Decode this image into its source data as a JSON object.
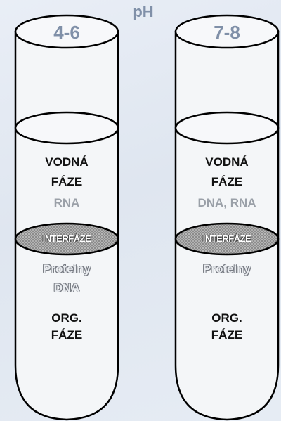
{
  "title": "pH",
  "tubes": [
    {
      "ph": "4-6",
      "aqueous_label_1": "VODNÁ",
      "aqueous_label_2": "FÁZE",
      "aqueous_content": "RNA",
      "interphase": "INTERFÁZE",
      "interphase_content_1": "Proteiny",
      "interphase_content_2": "DNA",
      "organic_label_1": "ORG.",
      "organic_label_2": "FÁZE"
    },
    {
      "ph": "7-8",
      "aqueous_label_1": "VODNÁ",
      "aqueous_label_2": "FÁZE",
      "aqueous_content": "DNA, RNA",
      "interphase": "INTERFÁZE",
      "interphase_content_1": "Proteiny",
      "organic_label_1": "ORG.",
      "organic_label_2": "FÁZE"
    }
  ],
  "colors": {
    "background": "#e6ecf4",
    "tube_stroke": "#000000",
    "tube_fill": "#f4f6f8",
    "interphase_fill": "#9a9a9a",
    "title_color": "#8090a8"
  }
}
